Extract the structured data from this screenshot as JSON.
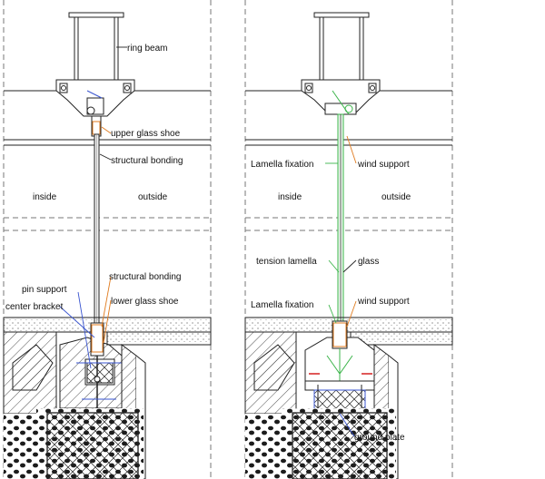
{
  "left_panel": {
    "ring_beam": "ring beam",
    "upper_glass_shoe": "upper glass shoe",
    "structural_bonding_top": "structural bonding",
    "inside": "inside",
    "outside": "outside",
    "structural_bonding_bottom": "structural bonding",
    "pin_support": "pin support",
    "center_bracket": "center bracket",
    "lower_glass_shoe": "lower glass shoe"
  },
  "right_panel": {
    "lamella_fixation_top": "Lamella fixation",
    "wind_support_top": "wind support",
    "inside": "inside",
    "outside": "outside",
    "tension_lamella": "tension lamella",
    "glass": "glass",
    "lamella_fixation_bottom": "Lamella fixation",
    "wind_support_bottom": "wind support",
    "ground_plate": "ground plate"
  },
  "colors": {
    "line": "#222222",
    "glass_green": "#3cb44b",
    "leader_orange": "#e07b1f",
    "detail_blue": "#3a55d0",
    "detail_red": "#d42020",
    "dash": "#777777"
  }
}
